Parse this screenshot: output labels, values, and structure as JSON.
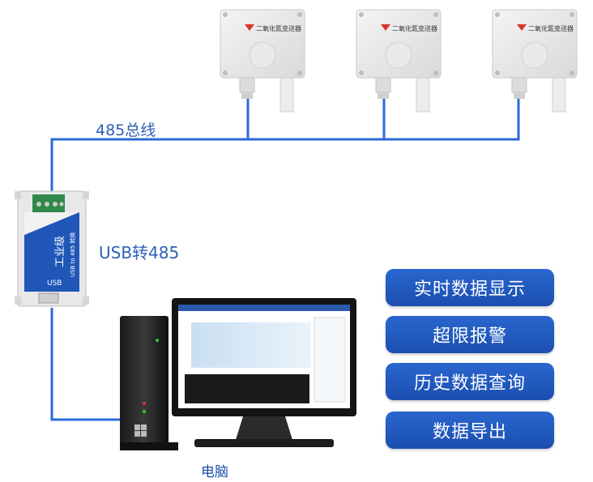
{
  "bus_label": "485总线",
  "converter_label": "USB转485",
  "pc_label": "电脑",
  "sensor_title": "二氧化氮变送器",
  "converter_title": "工业级",
  "converter_subtitle": "USB to 485 转换",
  "converter_usb": "USB",
  "features": [
    "实时数据显示",
    "超限报警",
    "历史数据查询",
    "数据导出"
  ],
  "colors": {
    "wire": "#2c6ad8",
    "button": "#2060c4",
    "label": "#2f5fb8"
  }
}
